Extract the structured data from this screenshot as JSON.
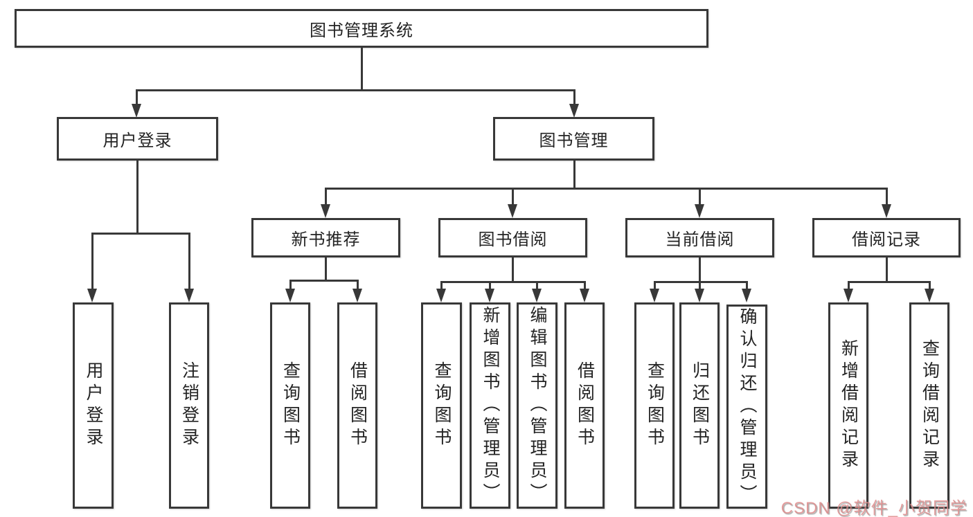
{
  "diagram_title": "图书管理系统",
  "watermark": "CSDN @软件_小贺同学",
  "colors": {
    "line": "#383838",
    "box_border": "#383838",
    "text": "#232323",
    "watermark": "#de8c8c",
    "background": "#ffffff"
  },
  "nodes": {
    "root": {
      "label": "图书管理系统"
    },
    "user_login": {
      "label": "用户登录"
    },
    "book_mgmt": {
      "label": "图书管理"
    },
    "new_book_rec": {
      "label": "新书推荐"
    },
    "book_borrow": {
      "label": "图书借阅"
    },
    "current_borrow": {
      "label": "当前借阅"
    },
    "borrow_records": {
      "label": "借阅记录"
    },
    "leaf_user_login": {
      "label": "用户登录"
    },
    "leaf_logout": {
      "label": "注销登录"
    },
    "leaf_nbr_query": {
      "label": "查询图书"
    },
    "leaf_nbr_borrow": {
      "label": "借阅图书"
    },
    "leaf_bb_query": {
      "label": "查询图书"
    },
    "leaf_bb_add": {
      "label": "新增图书（管理员）"
    },
    "leaf_bb_edit": {
      "label": "编辑图书（管理员）"
    },
    "leaf_bb_borrow": {
      "label": "借阅图书"
    },
    "leaf_cb_query": {
      "label": "查询图书"
    },
    "leaf_cb_return": {
      "label": "归还图书"
    },
    "leaf_cb_confirm": {
      "label": "确认归还（管理员）"
    },
    "leaf_br_add": {
      "label": "新增借阅记录"
    },
    "leaf_br_query": {
      "label": "查询借阅记录"
    }
  }
}
